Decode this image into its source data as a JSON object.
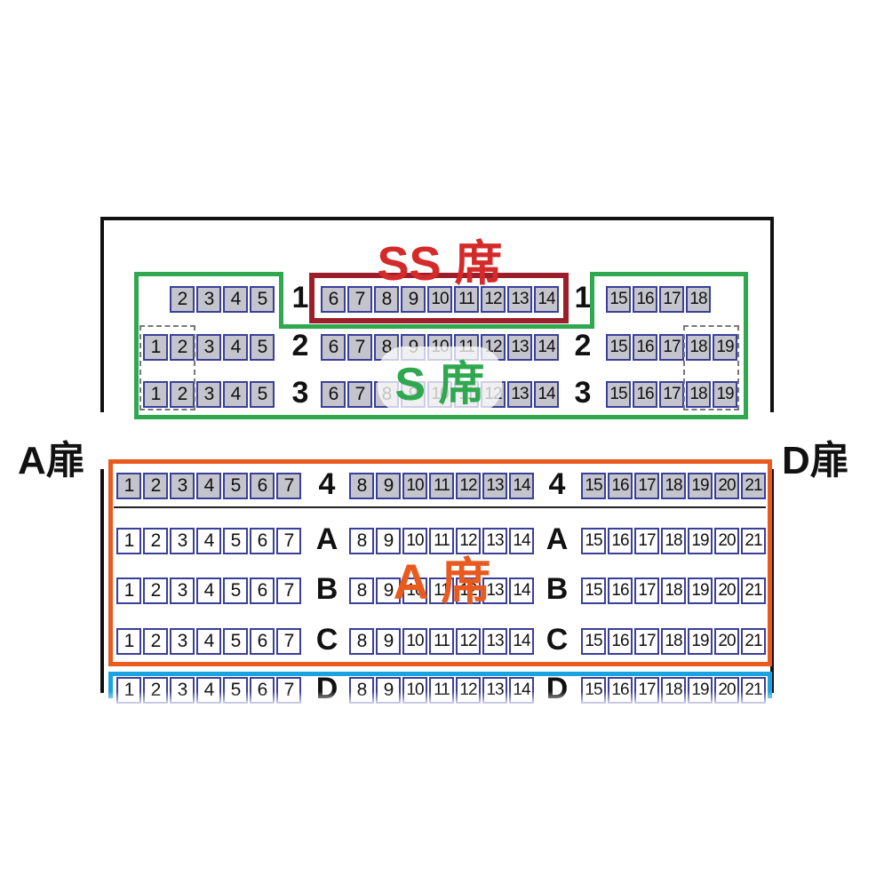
{
  "doors": {
    "left": "A扉",
    "right": "D扉"
  },
  "zones": {
    "ss": "SS 席",
    "s": "S 席",
    "a": "A 席"
  },
  "colors": {
    "ss": "#9a1f2a",
    "ss_text": "#d42a2a",
    "s": "#2fa84f",
    "a": "#e85a1e",
    "next": "#1aa3e0"
  },
  "rows": [
    {
      "label": "1",
      "left": [
        "2",
        "3",
        "4",
        "5"
      ],
      "center": [
        "6",
        "7",
        "8",
        "9",
        "10",
        "11",
        "12",
        "13",
        "14"
      ],
      "right": [
        "15",
        "16",
        "17",
        "18"
      ]
    },
    {
      "label": "2",
      "left": [
        "1",
        "2",
        "3",
        "4",
        "5"
      ],
      "center": [
        "6",
        "7",
        "8",
        "9",
        "10",
        "11",
        "12",
        "13",
        "14"
      ],
      "right": [
        "15",
        "16",
        "17",
        "18",
        "19"
      ]
    },
    {
      "label": "3",
      "left": [
        "1",
        "2",
        "3",
        "4",
        "5"
      ],
      "center": [
        "6",
        "7",
        "8",
        "9",
        "10",
        "11",
        "12",
        "13",
        "14"
      ],
      "right": [
        "15",
        "16",
        "17",
        "18",
        "19"
      ]
    },
    {
      "label": "4",
      "left": [
        "1",
        "2",
        "3",
        "4",
        "5",
        "6",
        "7"
      ],
      "center": [
        "8",
        "9",
        "10",
        "11",
        "12",
        "13",
        "14"
      ],
      "right": [
        "15",
        "16",
        "17",
        "18",
        "19",
        "20",
        "21"
      ]
    },
    {
      "label": "A",
      "left": [
        "1",
        "2",
        "3",
        "4",
        "5",
        "6",
        "7"
      ],
      "center": [
        "8",
        "9",
        "10",
        "11",
        "12",
        "13",
        "14"
      ],
      "right": [
        "15",
        "16",
        "17",
        "18",
        "19",
        "20",
        "21"
      ]
    },
    {
      "label": "B",
      "left": [
        "1",
        "2",
        "3",
        "4",
        "5",
        "6",
        "7"
      ],
      "center": [
        "8",
        "9",
        "10",
        "11",
        "12",
        "13",
        "14"
      ],
      "right": [
        "15",
        "16",
        "17",
        "18",
        "19",
        "20",
        "21"
      ]
    },
    {
      "label": "C",
      "left": [
        "1",
        "2",
        "3",
        "4",
        "5",
        "6",
        "7"
      ],
      "center": [
        "8",
        "9",
        "10",
        "11",
        "12",
        "13",
        "14"
      ],
      "right": [
        "15",
        "16",
        "17",
        "18",
        "19",
        "20",
        "21"
      ]
    },
    {
      "label": "D",
      "left": [
        "1",
        "2",
        "3",
        "4",
        "5",
        "6",
        "7"
      ],
      "center": [
        "8",
        "9",
        "10",
        "11",
        "12",
        "13",
        "14"
      ],
      "right": [
        "15",
        "16",
        "17",
        "18",
        "19",
        "20",
        "21"
      ]
    }
  ]
}
